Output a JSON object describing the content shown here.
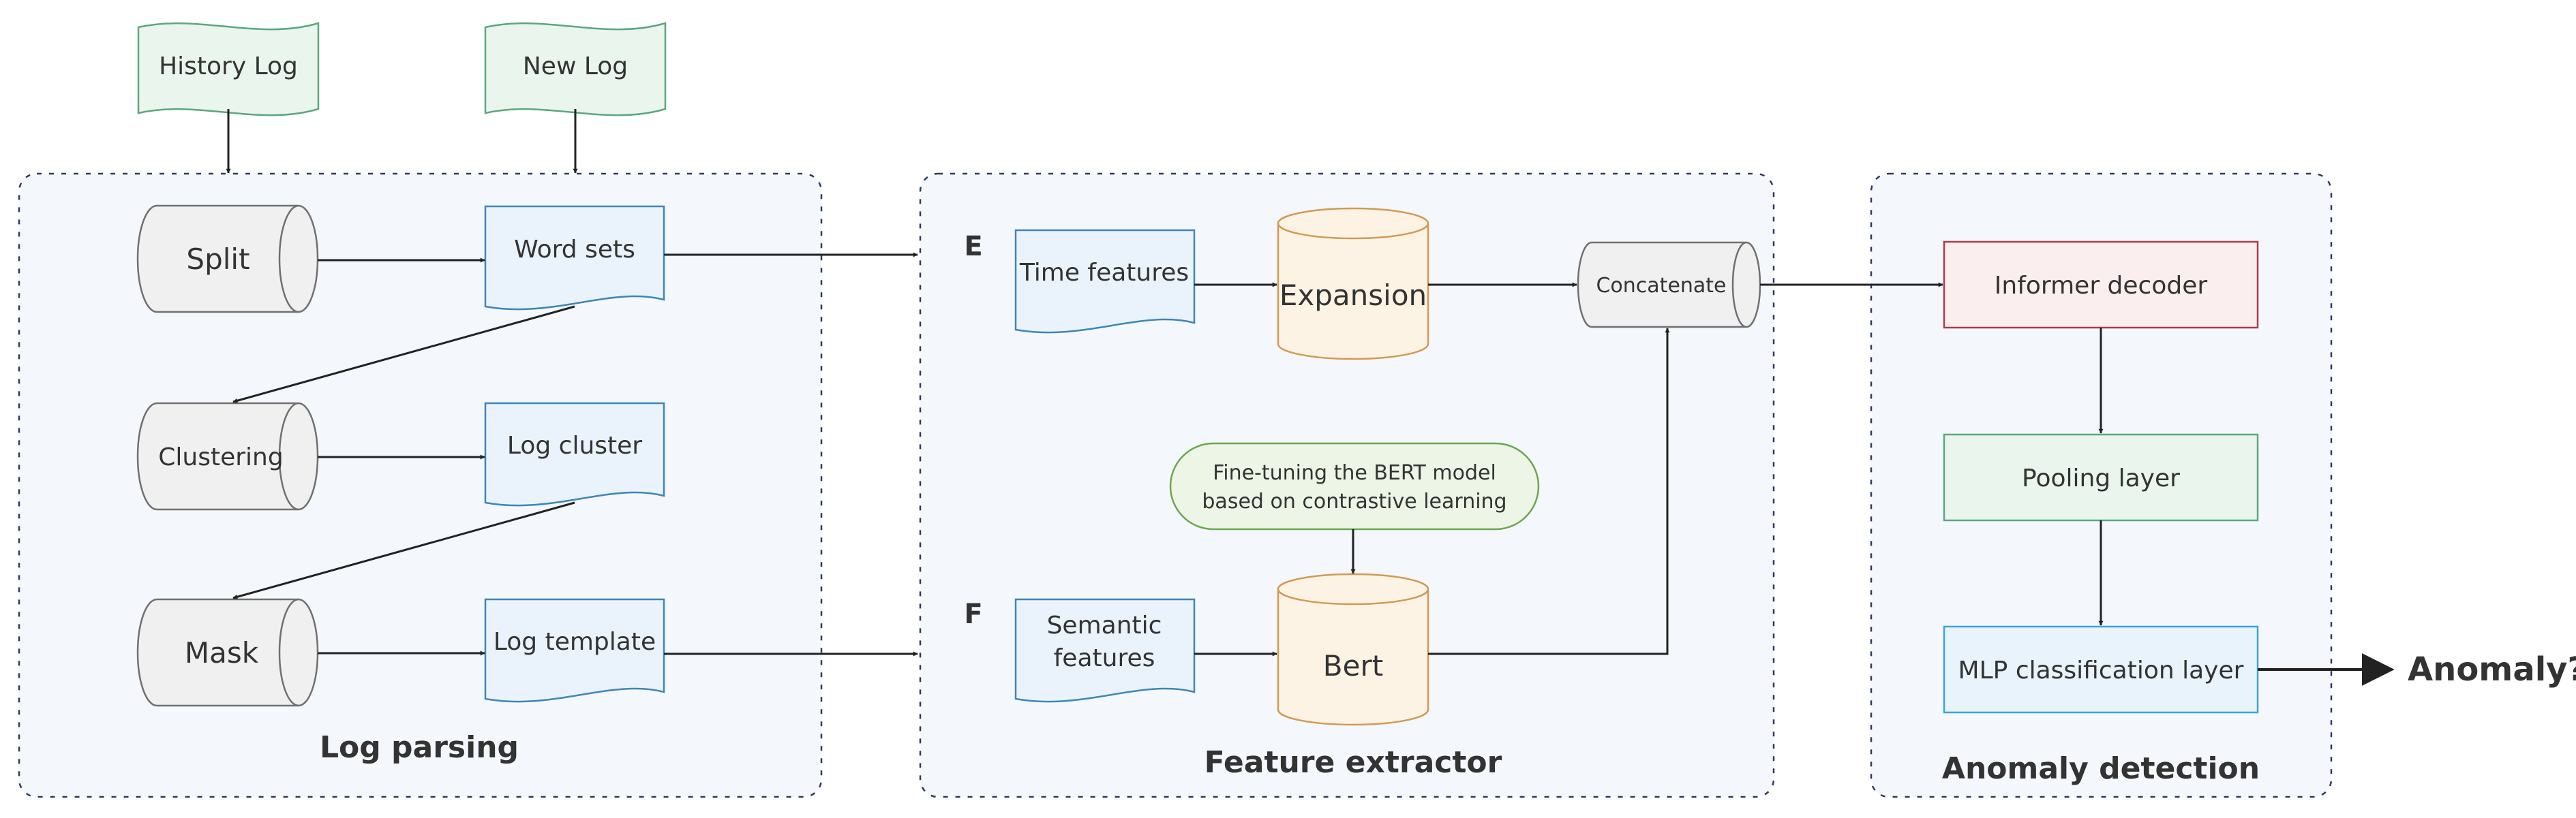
{
  "inputs": {
    "history_log": "History Log",
    "new_log": "New Log"
  },
  "log_parsing": {
    "title": "Log parsing",
    "split": "Split",
    "word_sets": "Word sets",
    "clustering": "Clustering",
    "log_cluster": "Log cluster",
    "mask": "Mask",
    "log_template": "Log template"
  },
  "feature_extractor": {
    "title": "Feature extractor",
    "letter_e": "E",
    "letter_f": "F",
    "time_features": "Time features",
    "expansion": "Expansion",
    "concatenate": "Concatenate",
    "finetune_line1": "Fine-tuning the BERT model",
    "finetune_line2": "based on contrastive learning",
    "semantic_line1": "Semantic",
    "semantic_line2": "features",
    "bert": "Bert"
  },
  "anomaly_detection": {
    "title": "Anomaly detection",
    "informer_decoder": "Informer decoder",
    "pooling_layer": "Pooling layer",
    "mlp_layer": "MLP classification layer"
  },
  "output": "Anomaly?",
  "colors": {
    "green_fill": "#eaf5ee",
    "green_stroke": "#5aa87c",
    "blue_fill": "#eaf3fb",
    "blue_stroke": "#3c86b8",
    "gray_fill": "#f0f0f0",
    "gray_stroke": "#707070",
    "orange_fill": "#fdf3e5",
    "orange_stroke": "#d19a52",
    "red_stroke": "#b03a48",
    "mlp_stroke": "#3aa6d6",
    "group_fill": "#f4f7fc",
    "group_stroke": "#2d3a5c"
  }
}
